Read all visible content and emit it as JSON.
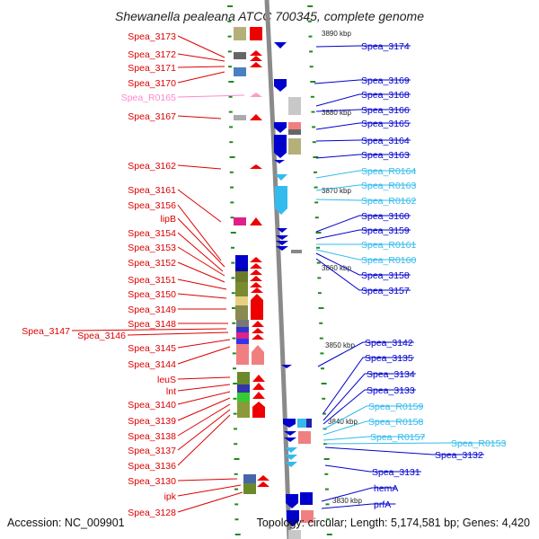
{
  "title": "Shewanella pealeana ATCC 700345, complete genome",
  "accession": "Accession: NC_009901",
  "topology": "Topology: circular; Length: 5,174,581 bp; Genes: 4,420",
  "colors": {
    "forward": "#ee0000",
    "reverse": "#0000cc",
    "rna_forward": "#ff88cc",
    "rna_reverse": "#33bbee",
    "axis": "#888888",
    "tick": "#228822"
  },
  "kbp_labels": [
    "3890 kbp",
    "3880 kbp",
    "3870 kbp",
    "3860 kbp",
    "3850 kbp",
    "3840 kbp",
    "3830 kbp"
  ],
  "left_labels": [
    {
      "text": "Spea_3173",
      "color": "#dd0000"
    },
    {
      "text": "Spea_3172",
      "color": "#dd0000"
    },
    {
      "text": "Spea_3171",
      "color": "#dd0000"
    },
    {
      "text": "Spea_3170",
      "color": "#dd0000"
    },
    {
      "text": "Spea_R0165",
      "color": "#ff88cc"
    },
    {
      "text": "Spea_3167",
      "color": "#dd0000"
    },
    {
      "text": "Spea_3162",
      "color": "#dd0000"
    },
    {
      "text": "Spea_3161",
      "color": "#dd0000"
    },
    {
      "text": "Spea_3156",
      "color": "#dd0000"
    },
    {
      "text": "lipB",
      "color": "#dd0000"
    },
    {
      "text": "Spea_3154",
      "color": "#dd0000"
    },
    {
      "text": "Spea_3153",
      "color": "#dd0000"
    },
    {
      "text": "Spea_3152",
      "color": "#dd0000"
    },
    {
      "text": "Spea_3151",
      "color": "#dd0000"
    },
    {
      "text": "Spea_3150",
      "color": "#dd0000"
    },
    {
      "text": "Spea_3149",
      "color": "#dd0000"
    },
    {
      "text": "Spea_3148",
      "color": "#dd0000"
    },
    {
      "text": "Spea_3147",
      "color": "#dd0000"
    },
    {
      "text": "Spea_3146",
      "color": "#dd0000"
    },
    {
      "text": "Spea_3145",
      "color": "#dd0000"
    },
    {
      "text": "Spea_3144",
      "color": "#dd0000"
    },
    {
      "text": "leuS",
      "color": "#dd0000"
    },
    {
      "text": "lnt",
      "color": "#dd0000"
    },
    {
      "text": "Spea_3140",
      "color": "#dd0000"
    },
    {
      "text": "Spea_3139",
      "color": "#dd0000"
    },
    {
      "text": "Spea_3138",
      "color": "#dd0000"
    },
    {
      "text": "Spea_3137",
      "color": "#dd0000"
    },
    {
      "text": "Spea_3136",
      "color": "#dd0000"
    },
    {
      "text": "Spea_3130",
      "color": "#dd0000"
    },
    {
      "text": "ipk",
      "color": "#dd0000"
    },
    {
      "text": "Spea_3128",
      "color": "#dd0000"
    }
  ],
  "right_labels": [
    {
      "text": "Spea_3174",
      "color": "#0000cc"
    },
    {
      "text": "Spea_3169",
      "color": "#0000cc"
    },
    {
      "text": "Spea_3168",
      "color": "#0000cc"
    },
    {
      "text": "Spea_3166",
      "color": "#0000cc"
    },
    {
      "text": "Spea_3165",
      "color": "#0000cc"
    },
    {
      "text": "Spea_3164",
      "color": "#0000cc"
    },
    {
      "text": "Spea_3163",
      "color": "#0000cc"
    },
    {
      "text": "Spea_R0164",
      "color": "#33bbee"
    },
    {
      "text": "Spea_R0163",
      "color": "#33bbee"
    },
    {
      "text": "Spea_R0162",
      "color": "#33bbee"
    },
    {
      "text": "Spea_3160",
      "color": "#0000cc"
    },
    {
      "text": "Spea_3159",
      "color": "#0000cc"
    },
    {
      "text": "Spea_R0161",
      "color": "#33bbee"
    },
    {
      "text": "Spea_R0160",
      "color": "#33bbee"
    },
    {
      "text": "Spea_3158",
      "color": "#0000cc"
    },
    {
      "text": "Spea_3157",
      "color": "#0000cc"
    },
    {
      "text": "Spea_3142",
      "color": "#0000cc"
    },
    {
      "text": "Spea_3135",
      "color": "#0000cc"
    },
    {
      "text": "Spea_3134",
      "color": "#0000cc"
    },
    {
      "text": "Spea_3133",
      "color": "#0000cc"
    },
    {
      "text": "Spea_R0159",
      "color": "#33bbee"
    },
    {
      "text": "Spea_R0158",
      "color": "#33bbee"
    },
    {
      "text": "Spea_R0157",
      "color": "#33bbee"
    },
    {
      "text": "Spea_R0153",
      "color": "#33bbee"
    },
    {
      "text": "Spea_3132",
      "color": "#0000cc"
    },
    {
      "text": "Spea_3131",
      "color": "#0000cc"
    },
    {
      "text": "hemA",
      "color": "#0000cc"
    },
    {
      "text": "prfA",
      "color": "#0000cc"
    }
  ]
}
